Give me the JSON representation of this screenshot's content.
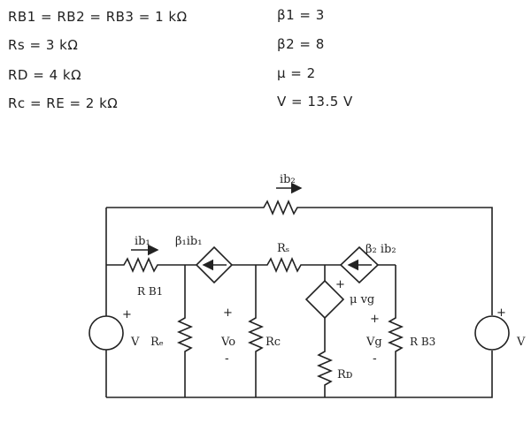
{
  "parameters": {
    "left": [
      "RB1  =  RB2  =  RB3  =  1 kΩ",
      "Rs  =  3 kΩ",
      "RD  =  4 kΩ",
      "Rc  =  RE  =  2 kΩ"
    ],
    "right": [
      "β1  =  3",
      "β2  =  8",
      "μ  =  2",
      "V  =  13.5 V"
    ]
  },
  "circuit": {
    "labels": {
      "ib2_top": "ib₂",
      "ib1": "ib₁",
      "beta1_ib1": "β₁ib₁",
      "rs": "Rₛ",
      "beta2_ib2": "β₂ ib₂",
      "rb1": "R B1",
      "mu_vg": "μ vg",
      "v_left": "V",
      "re": "Rₑ",
      "vo": "Vo",
      "rc": "Rc",
      "vg": "Vg",
      "rb3": "R B3",
      "v_right": "V",
      "rd": "Rᴅ"
    },
    "signs": {
      "plus": "+",
      "minus": "-"
    }
  }
}
